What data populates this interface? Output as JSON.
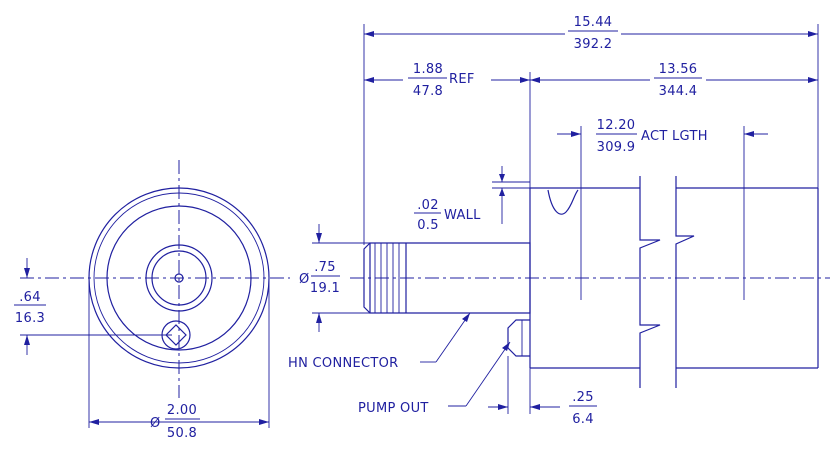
{
  "dimensions": {
    "overall_in": "15.44",
    "overall_mm": "392.2",
    "ref_in": "1.88",
    "ref_mm": "47.8",
    "ref_suffix": "REF",
    "body_in": "13.56",
    "body_mm": "344.4",
    "act_in": "12.20",
    "act_mm": "309.9",
    "act_suffix": "ACT LGTH",
    "wall_in": ".02",
    "wall_mm": "0.5",
    "wall_suffix": "WALL",
    "conn_prefix": "Ø",
    "conn_in": ".75",
    "conn_mm": "19.1",
    "offset_in": ".64",
    "offset_mm": "16.3",
    "dia_prefix": "Ø",
    "dia_in": "2.00",
    "dia_mm": "50.8",
    "pump_in": ".25",
    "pump_mm": "6.4"
  },
  "labels": {
    "hn_connector": "HN CONNECTOR",
    "pump_out": "PUMP OUT"
  },
  "colors": {
    "ink": "#2020a0",
    "background": "#ffffff"
  }
}
